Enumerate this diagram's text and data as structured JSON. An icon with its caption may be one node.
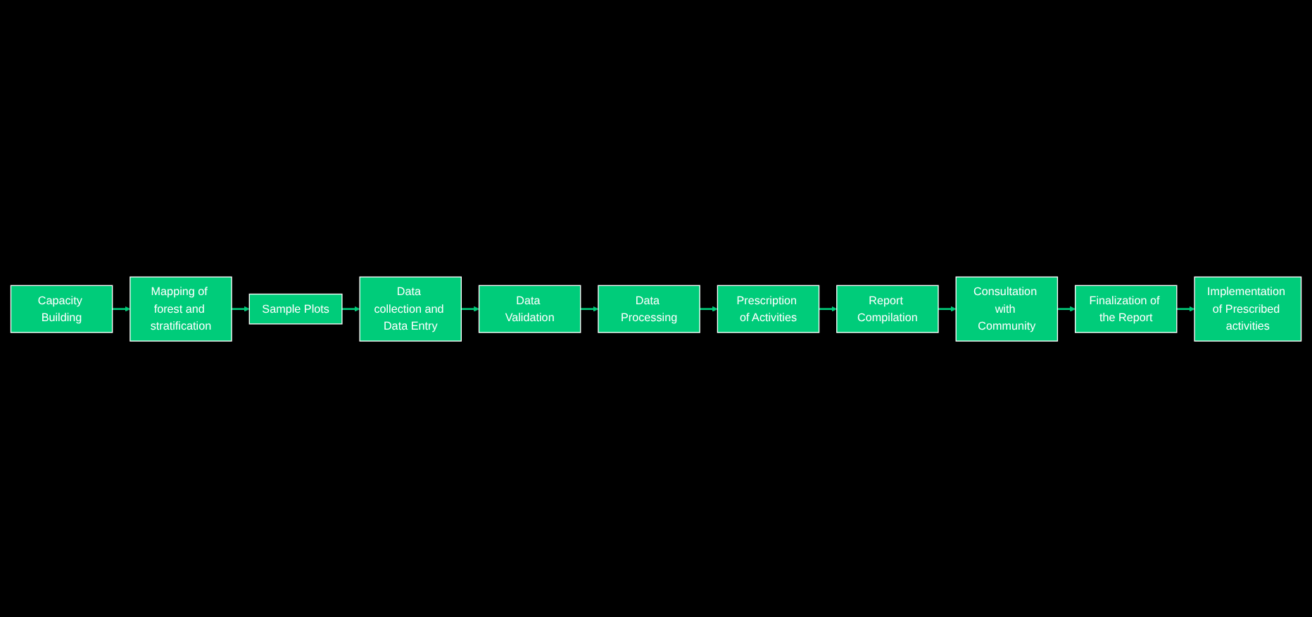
{
  "diagram": {
    "nodes": [
      {
        "text": [
          "Capacity Building"
        ]
      },
      {
        "text": [
          "Mapping of forest and stratification"
        ]
      },
      {
        "text": [
          "Sample Plots"
        ]
      },
      {
        "text": [
          "Data collection and Data Entry"
        ]
      },
      {
        "text": [
          "Data Validation"
        ]
      },
      {
        "text": [
          "Data Processing"
        ]
      },
      {
        "text": [
          "Prescription of Activities"
        ]
      },
      {
        "text": [
          "Report Compilation"
        ]
      },
      {
        "text": [
          "Consultation with Community"
        ]
      },
      {
        "text": [
          "Finalization of the Report"
        ]
      },
      {
        "text": [
          "Implementation of Prescribed activities"
        ]
      }
    ],
    "edges": [
      {
        "from": 0,
        "to": 1,
        "arrow": "to"
      },
      {
        "from": 1,
        "to": 2,
        "arrow": "to"
      },
      {
        "from": 2,
        "to": 3,
        "arrow": "to"
      },
      {
        "from": 3,
        "to": 4,
        "arrow": "to"
      },
      {
        "from": 4,
        "to": 5,
        "arrow": "to"
      },
      {
        "from": 5,
        "to": 6,
        "arrow": "to"
      },
      {
        "from": 6,
        "to": 7,
        "arrow": "to"
      },
      {
        "from": 7,
        "to": 8,
        "arrow": "to"
      },
      {
        "from": 8,
        "to": 9,
        "arrow": "to"
      },
      {
        "from": 9,
        "to": 10,
        "arrow": "to"
      }
    ]
  }
}
